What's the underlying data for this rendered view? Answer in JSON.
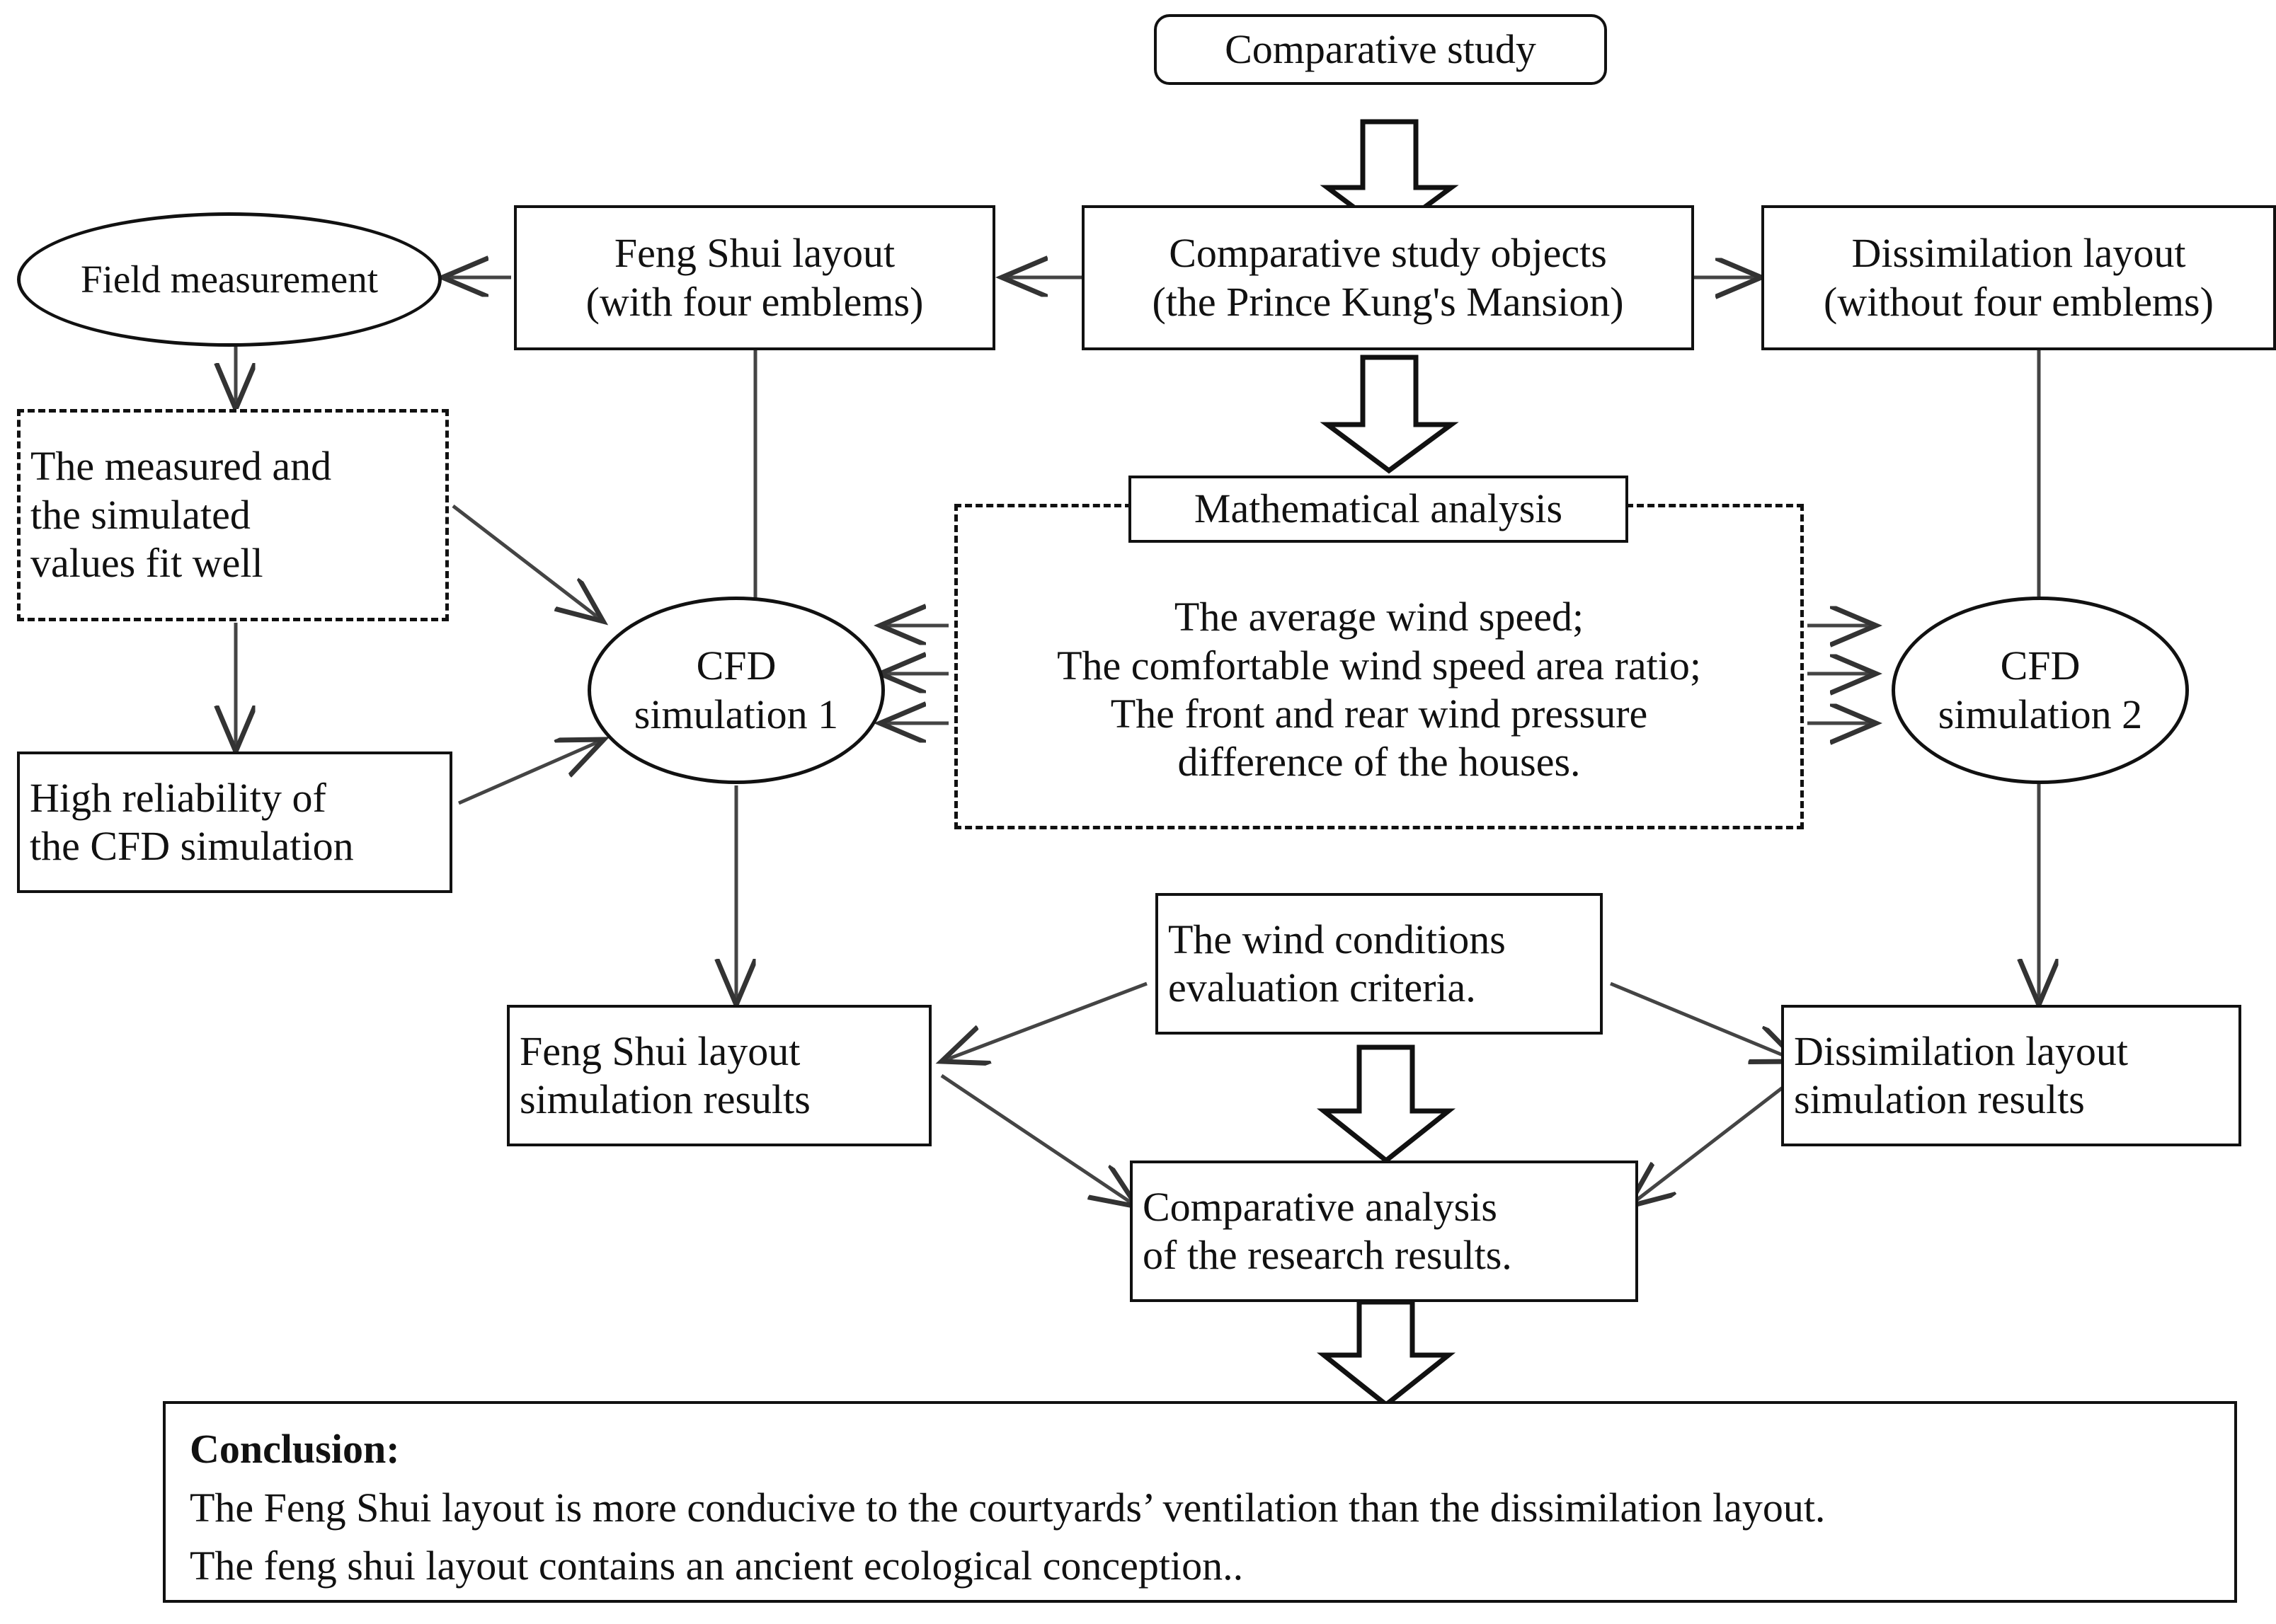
{
  "diagram": {
    "title": "Comparative study research flowchart",
    "type": "flowchart",
    "nodes": {
      "comparative_study": "Comparative study",
      "field_measurement": "Field measurement",
      "feng_shui_layout": "Feng Shui layout\n(with four emblems)",
      "study_objects": "Comparative study objects\n(the Prince Kung's Mansion)",
      "dissimilation_layout": "Dissimilation layout\n(without four emblems)",
      "measured_fit": "The measured and\nthe simulated\nvalues fit well",
      "high_reliability": "High reliability of\nthe CFD simulation",
      "cfd_sim_1": "CFD\nsimulation 1",
      "cfd_sim_2": "CFD\nsimulation 2",
      "math_analysis_title": "Mathematical analysis",
      "math_analysis_items": "The average wind speed;\nThe comfortable wind speed area ratio;\nThe front and rear wind pressure\ndifference of the houses.",
      "feng_shui_results": "Feng Shui layout\nsimulation results",
      "dissimilation_results": "Dissimilation layout\nsimulation results",
      "wind_criteria": "The wind conditions\nevaluation criteria.",
      "comparative_analysis": "Comparative analysis\nof the research results.",
      "conclusion_label": "Conclusion:",
      "conclusion_line1": "The Feng Shui layout is more conducive to the courtyards’ ventilation than the dissimilation layout.",
      "conclusion_line2": "The feng shui layout contains an ancient ecological conception.."
    },
    "colors": {
      "stroke": "#111111",
      "background": "#ffffff",
      "text": "#111111"
    }
  }
}
